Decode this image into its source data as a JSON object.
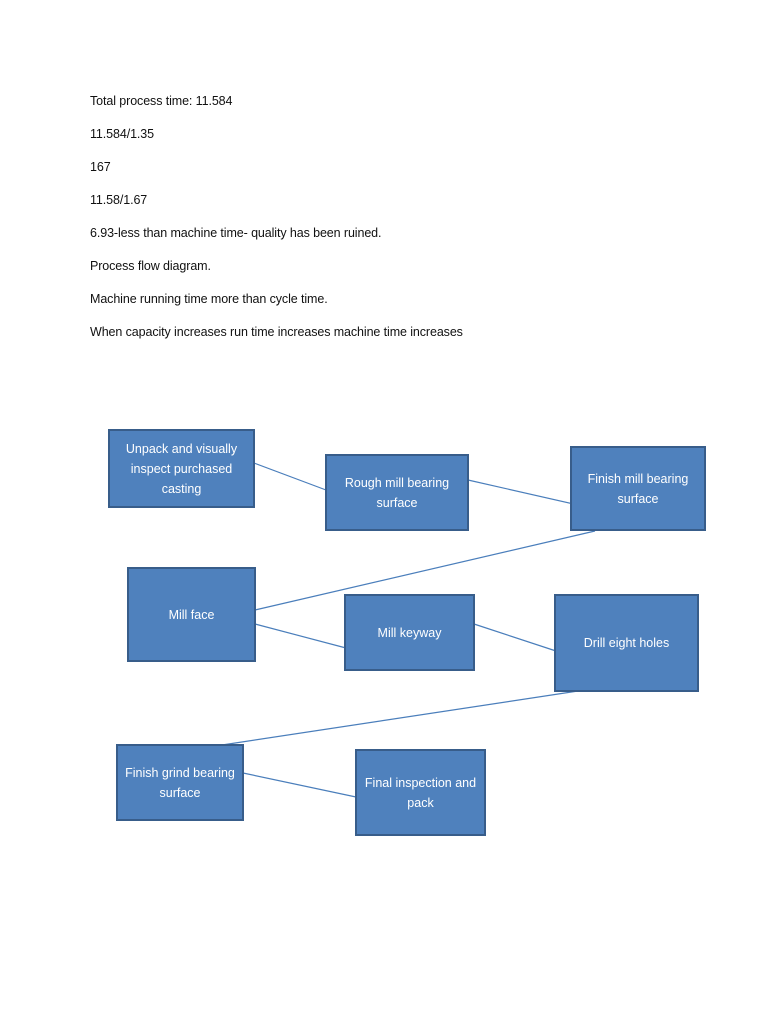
{
  "text_lines": [
    "Total process time: 11.584",
    "11.584/1.35",
    "167",
    "11.58/1.67",
    "6.93-less than machine time- quality has been ruined.",
    "Process flow diagram.",
    "Machine running time more than cycle time.",
    "When capacity increases run time increases machine time increases"
  ],
  "diagram": {
    "box_fill": "#4f81bd",
    "box_border": "#385d8a",
    "connector_color": "#4a7ebb",
    "text_color": "#ffffff",
    "boxes": [
      {
        "id": "unpack",
        "label": "Unpack and visually inspect purchased casting"
      },
      {
        "id": "rough-mill",
        "label": "Rough mill bearing surface"
      },
      {
        "id": "finish-mill",
        "label": "Finish mill bearing surface"
      },
      {
        "id": "mill-face",
        "label": "Mill face"
      },
      {
        "id": "mill-keyway",
        "label": "Mill keyway"
      },
      {
        "id": "drill",
        "label": "Drill eight holes"
      },
      {
        "id": "finish-grind",
        "label": "Finish grind bearing surface"
      },
      {
        "id": "final-inspection",
        "label": "Final inspection and pack"
      }
    ]
  }
}
